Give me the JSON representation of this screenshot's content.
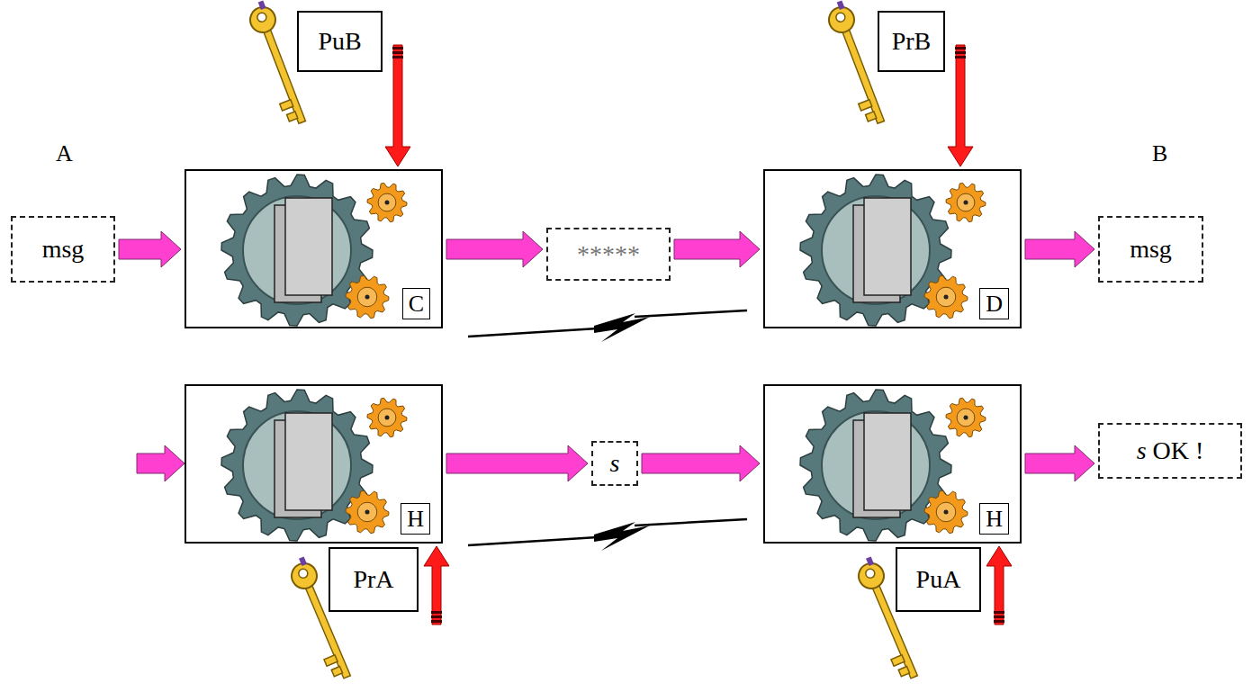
{
  "diagram": {
    "nodes": [
      {
        "text": [
          "PuB"
        ]
      },
      {
        "text": [
          "PrB"
        ]
      },
      {
        "text": [
          "msg"
        ]
      },
      {
        "text": [
          "C"
        ]
      },
      {
        "text": [
          "*****"
        ]
      },
      {
        "text": [
          "D"
        ]
      },
      {
        "text": [
          "msg"
        ]
      },
      {
        "text": [
          "H"
        ]
      },
      {
        "text": [
          "s"
        ]
      },
      {
        "text": [
          "H"
        ]
      },
      {
        "text": [
          "s OK !"
        ]
      },
      {
        "text": [
          "PrA"
        ]
      },
      {
        "text": [
          "PuA"
        ]
      }
    ],
    "edges": [
      {
        "from": 2,
        "to": 3,
        "arrow": "to"
      },
      {
        "from": 3,
        "to": 4,
        "arrow": "to"
      },
      {
        "from": 4,
        "to": 5,
        "arrow": "to"
      },
      {
        "from": 5,
        "to": 6,
        "arrow": "to"
      },
      {
        "from": 7,
        "to": 8,
        "arrow": "to"
      },
      {
        "from": 8,
        "to": 9,
        "arrow": "to"
      },
      {
        "from": 9,
        "to": 10,
        "arrow": "to"
      },
      {
        "from": 0,
        "to": 3,
        "arrow": "to"
      },
      {
        "from": 1,
        "to": 5,
        "arrow": "to"
      },
      {
        "from": 11,
        "to": 7,
        "arrow": "to"
      },
      {
        "from": 12,
        "to": 9,
        "arrow": "to"
      }
    ],
    "labels": [
      "A",
      "B"
    ]
  }
}
